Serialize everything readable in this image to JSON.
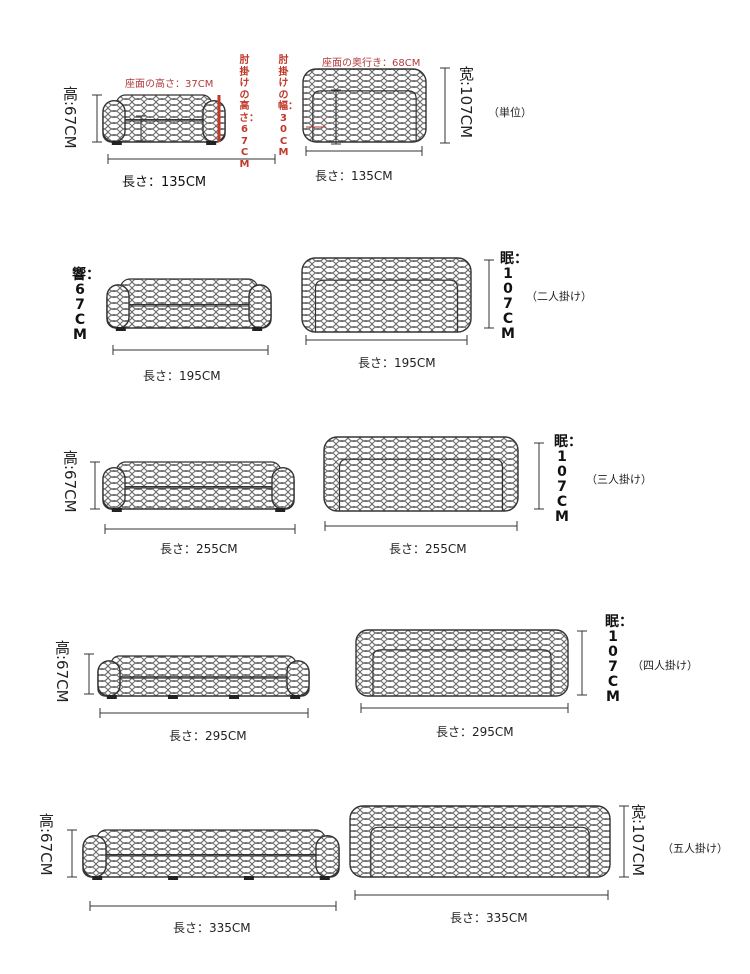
{
  "colors": {
    "line": "#333333",
    "pattern": "#6a6a6a",
    "annotation_red": "#b23a3a",
    "accent_bar": "#c0392b"
  },
  "units_note": "（単位）",
  "row1": {
    "height_label": "高:67CM",
    "seat_height": "座面の高さ：37CM",
    "armrest_height": "肘掛けの高さ：67CM",
    "armrest_width": "肘掛けの幅：30CM",
    "seat_depth": "座面の奥行き：68CM",
    "width_label": "宽:107CM",
    "front_length": "長さ：135CM",
    "top_length": "長さ：135CM"
  },
  "row2": {
    "height_label": "響：67CM",
    "depth_label": "眠：107CM",
    "seats": "（二人掛け）",
    "front_length": "長さ：195CM",
    "top_length": "長さ：195CM"
  },
  "row3": {
    "height_label": "高:67CM",
    "depth_label": "眠：107CM",
    "seats": "（三人掛け）",
    "front_length": "長さ：255CM",
    "top_length": "長さ：255CM"
  },
  "row4": {
    "height_label": "高:67CM",
    "depth_label": "眠：107CM",
    "seats": "（四人掛け）",
    "front_length": "長さ：295CM",
    "top_length": "長さ：295CM"
  },
  "row5": {
    "height_label": "高:67CM",
    "width_label": "宽:107CM",
    "seats": "（五人掛け）",
    "front_length": "長さ：335CM",
    "top_length": "長さ：335CM"
  }
}
